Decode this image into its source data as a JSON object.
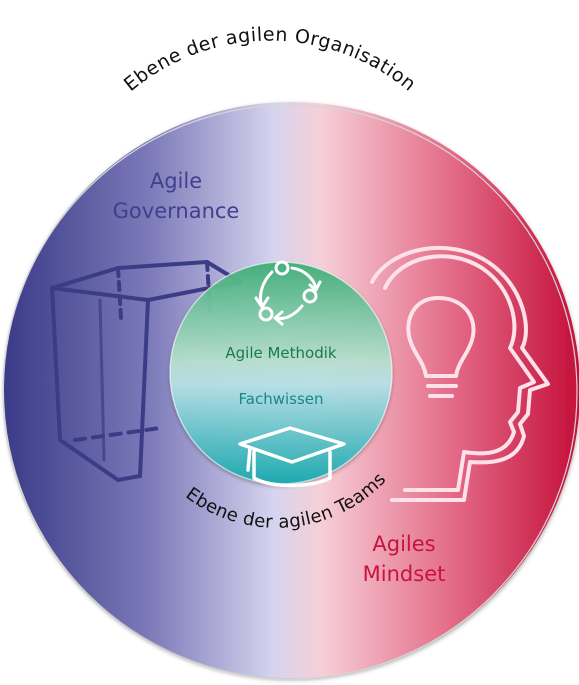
{
  "diagram": {
    "outer_ring_label": "Ebene der agilen Organisation",
    "inner_ring_label": "Ebene der agilen Teams",
    "left_title_line1": "Agile",
    "left_title_line2": "Governance",
    "right_title_line1": "Agiles",
    "right_title_line2": "Mindset",
    "center_top_label": "Agile Methodik",
    "center_bottom_label": "Fachwissen"
  },
  "colors": {
    "outer_left": "#3e3f8c",
    "outer_mid_left": "#cbc8e6",
    "outer_mid_right": "#f7c8d2",
    "outer_right": "#c8143c",
    "inner_top": "#5fb98e",
    "inner_bottom": "#2fb5b5",
    "left_title": "#3f418f",
    "right_title": "#c8143c",
    "center_text": "#1d7a4a",
    "center_text_bottom": "#19868a"
  },
  "icons": [
    "cube-icon",
    "head-lightbulb-icon",
    "cycle-arrows-icon",
    "graduation-cap-icon"
  ]
}
